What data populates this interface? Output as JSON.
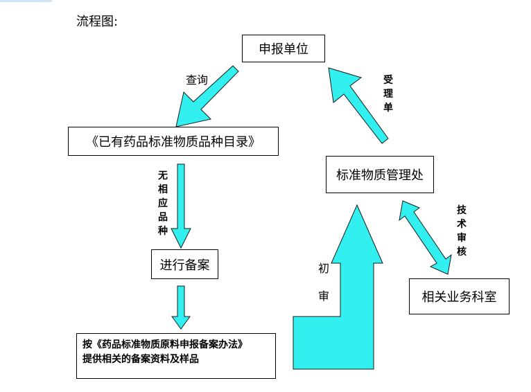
{
  "title": "流程图:",
  "nodes": {
    "apply_unit": "申报单位",
    "catalog": "《已有药品标准物质品种目录》",
    "management": "标准物质管理处",
    "filing": "进行备案",
    "instruction_line1": "按《药品标准物质原料申报备案办法》",
    "instruction_line2": "提供相关的备案资料及样品",
    "department": "相关业务科室"
  },
  "edges": {
    "query": "查询",
    "accept": "受理单",
    "no_variety": "无相应品种",
    "tech_review": "技术审核",
    "first_review": "初审"
  },
  "colors": {
    "arrow_fill": "#33f0f0",
    "arrow_stroke": "#1a1a1a",
    "box_border": "#000000"
  }
}
